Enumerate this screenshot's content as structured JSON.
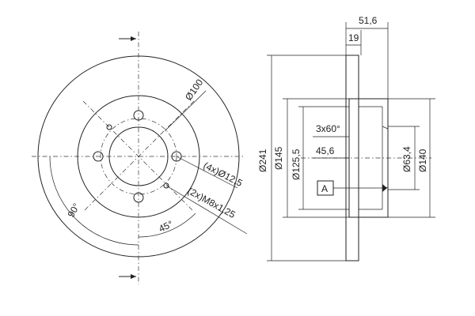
{
  "front_view": {
    "labels": {
      "pcd": "Ø100",
      "bolt_holes": "(4x)Ø12,5",
      "threaded_holes": "(2x)M8x1,25",
      "angle_a": "90°",
      "angle_b": "45°"
    }
  },
  "side_view": {
    "labels": {
      "total_width": "51,6",
      "disc_thickness": "19",
      "outer_diameter": "Ø241",
      "d145": "Ø145",
      "d125": "Ø125,5",
      "holes_3x60": "3x60°",
      "depth": "45,6",
      "d63": "Ø63,4",
      "d140": "Ø140",
      "datum": "A"
    }
  }
}
